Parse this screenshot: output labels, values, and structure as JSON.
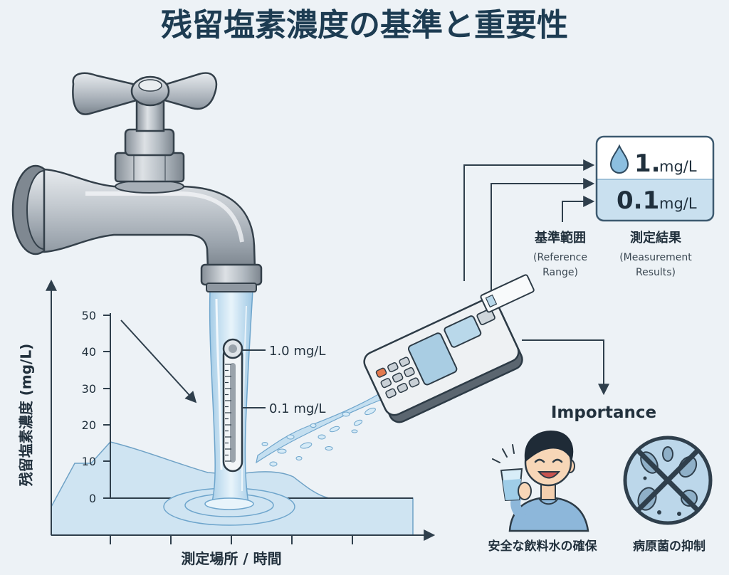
{
  "title": "残留塩素濃度の基準と重要性",
  "chart": {
    "y_axis_label": "残留塩素濃度 (mg/L)",
    "x_axis_label": "測定場所 / 時間",
    "y_ticks": [
      "50",
      "40",
      "30",
      "20",
      "10",
      "0"
    ]
  },
  "stream_gauge": {
    "upper_label": "1.0 mg/L",
    "lower_label": "0.1 mg/L"
  },
  "display": {
    "icon": "water-drop-icon",
    "upper_value": "1.",
    "upper_unit": "mg/L",
    "lower_value": "0.1",
    "lower_unit": "mg/L"
  },
  "callouts": {
    "reference": {
      "title": "基準範囲",
      "line1": "(Reference",
      "line2": "Range)"
    },
    "measurement": {
      "title": "測定結果",
      "line1": "(Measurement",
      "line2": "Results)"
    }
  },
  "importance": {
    "heading": "Importance",
    "items": [
      {
        "label": "安全な飲料水の確保",
        "icon": "person-drinking-water-icon"
      },
      {
        "label": "病原菌の抑制",
        "icon": "no-bacteria-icon"
      }
    ]
  },
  "colors": {
    "background": "#edf2f6",
    "title": "#1d3c52",
    "line": "#2f3f4c",
    "water": "#cfe4f2",
    "display_lower": "#c9e0ef",
    "button_accent": "#e37a4e"
  }
}
